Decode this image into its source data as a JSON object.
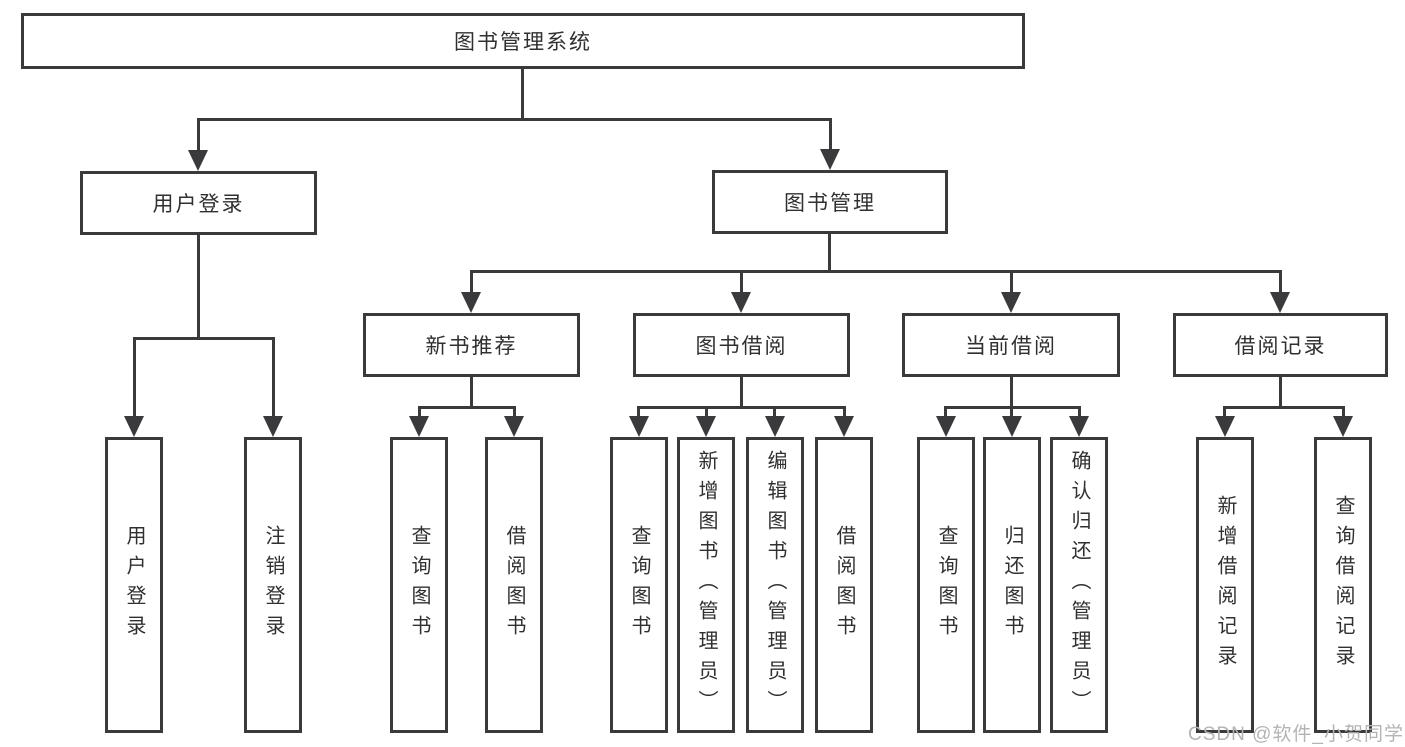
{
  "colors": {
    "line": "#3a3a3c",
    "text": "#303030",
    "background": "#ffffff",
    "watermark": "#b4b4b4"
  },
  "tree": {
    "root": {
      "label": "图书管理系统"
    },
    "branches": [
      {
        "label": "用户登录",
        "children": [
          {
            "label": "用户登录"
          },
          {
            "label": "注销登录"
          }
        ]
      },
      {
        "label": "图书管理",
        "children": [
          {
            "label": "新书推荐",
            "children": [
              {
                "label": "查询图书"
              },
              {
                "label": "借阅图书"
              }
            ]
          },
          {
            "label": "图书借阅",
            "children": [
              {
                "label": "查询图书"
              },
              {
                "label": "新增图书（管理员）"
              },
              {
                "label": "编辑图书（管理员）"
              },
              {
                "label": "借阅图书"
              }
            ]
          },
          {
            "label": "当前借阅",
            "children": [
              {
                "label": "查询图书"
              },
              {
                "label": "归还图书"
              },
              {
                "label": "确认归还（管理员）"
              }
            ]
          },
          {
            "label": "借阅记录",
            "children": [
              {
                "label": "新增借阅记录"
              },
              {
                "label": "查询借阅记录"
              }
            ]
          }
        ]
      }
    ]
  },
  "watermark": {
    "text": "CSDN @软件_小贺同学"
  }
}
